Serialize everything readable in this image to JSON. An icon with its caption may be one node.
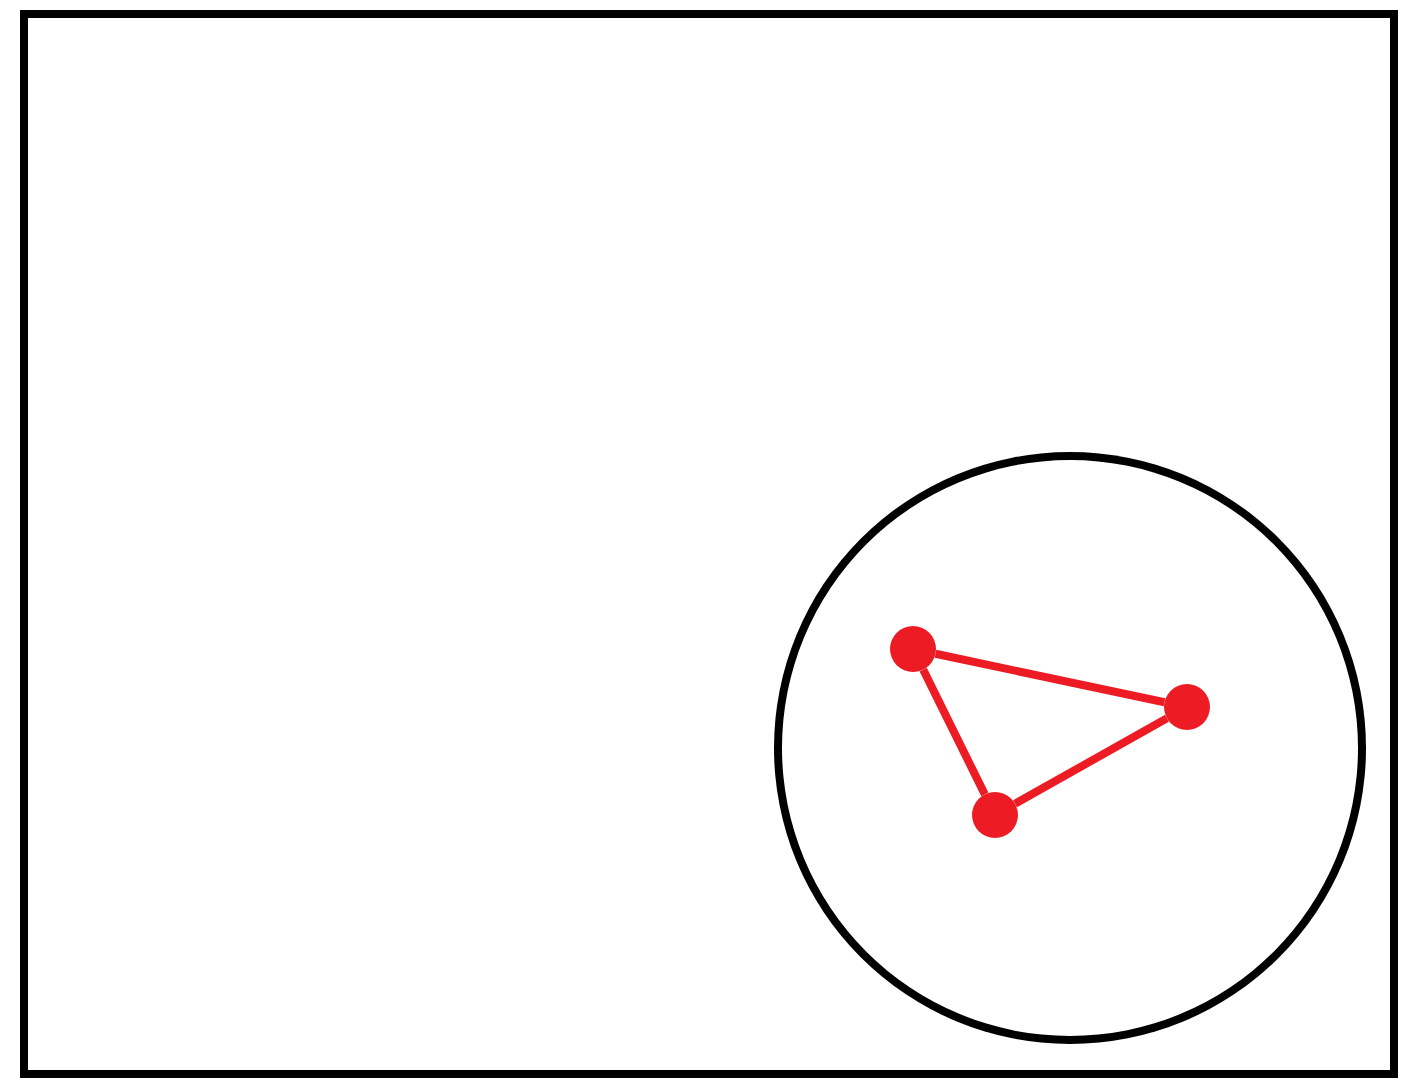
{
  "diagram": {
    "nodes": [
      {
        "text": [],
        "shape": "box"
      },
      {
        "text": [],
        "shape": "circle",
        "in": 0
      },
      {
        "text": [],
        "shape": "circle",
        "in": 1
      },
      {
        "text": [],
        "shape": "circle",
        "in": 1
      },
      {
        "text": [],
        "shape": "circle",
        "in": 1
      }
    ],
    "edges": [
      {
        "from": 2,
        "to": 3,
        "arrow": "none"
      },
      {
        "from": 3,
        "to": 4,
        "arrow": "none"
      },
      {
        "from": 4,
        "to": 2,
        "arrow": "none"
      }
    ]
  }
}
